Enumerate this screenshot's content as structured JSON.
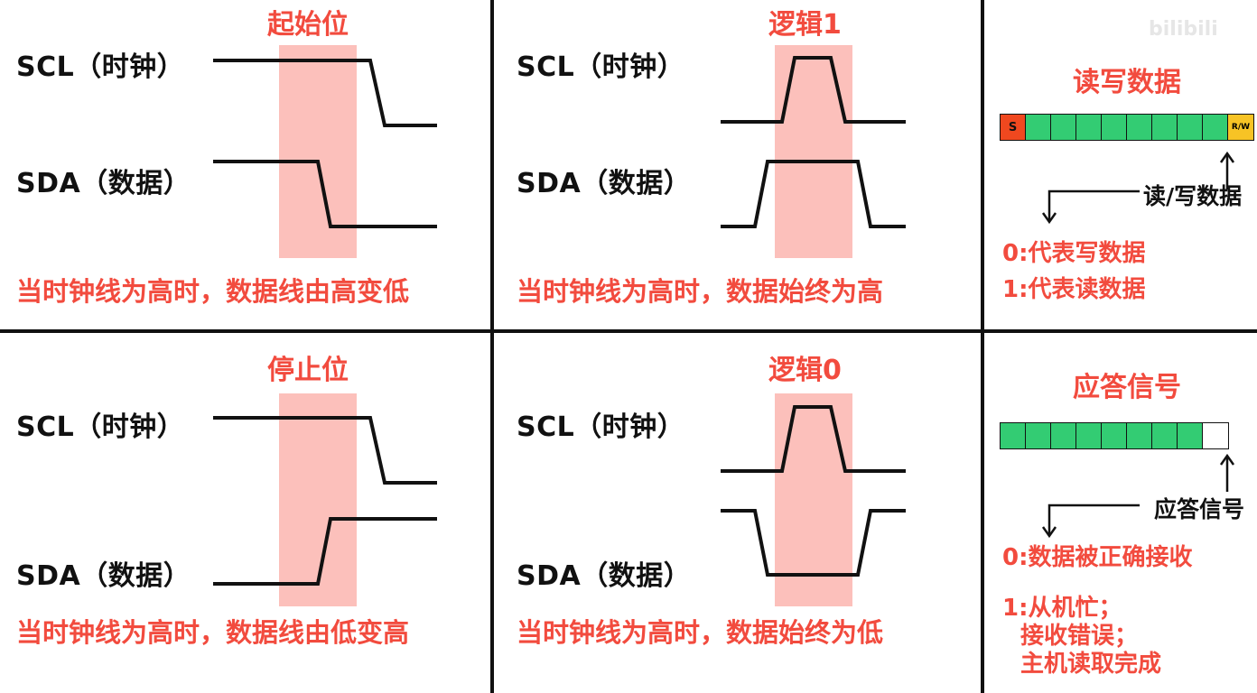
{
  "watermark": "bilibili",
  "panels": {
    "start": {
      "title": "起始位",
      "scl_label": "SCL（时钟）",
      "sda_label": "SDA（数据）",
      "caption": "当时钟线为高时，数据线由高变低"
    },
    "logic1": {
      "title": "逻辑1",
      "scl_label": "SCL（时钟）",
      "sda_label": "SDA（数据）",
      "caption": "当时钟线为高时，数据始终为高"
    },
    "stop": {
      "title": "停止位",
      "scl_label": "SCL（时钟）",
      "sda_label": "SDA（数据）",
      "caption": "当时钟线为高时，数据线由低变高"
    },
    "logic0": {
      "title": "逻辑0",
      "scl_label": "SCL（时钟）",
      "sda_label": "SDA（数据）",
      "caption": "当时钟线为高时，数据始终为低"
    },
    "rw": {
      "title": "读写数据",
      "start_bit": "S",
      "rw_bit": "R/W",
      "pointer_label": "读/写数据",
      "note_0": "0:代表写数据",
      "note_1": "1:代表读数据"
    },
    "ack": {
      "title": "应答信号",
      "pointer_label": "应答信号",
      "note_0": "0:数据被正确接收",
      "note_1_lines": [
        "1:从机忙；",
        "接收错误；",
        "主机读取完成"
      ]
    }
  },
  "colors": {
    "highlight": "#fcc0bb",
    "title_red": "#f24b3e",
    "bit_green": "#33cc73",
    "start_red": "#f0481f",
    "rw_yellow": "#f7c325"
  }
}
